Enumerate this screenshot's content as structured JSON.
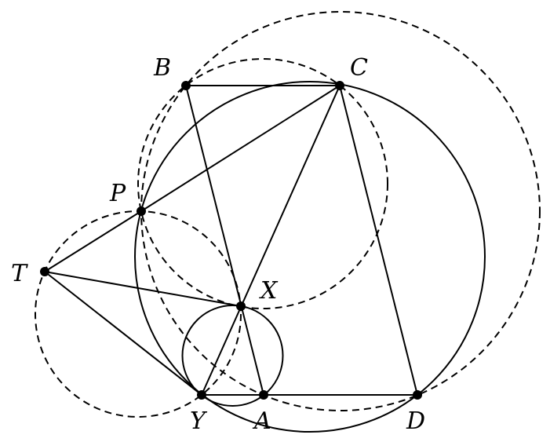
{
  "points": {
    "B": "B",
    "C": "C",
    "P": "P",
    "T": "T",
    "X": "X",
    "Y": "Y",
    "A": "A",
    "D": "D"
  },
  "segments": [
    [
      "B",
      "C"
    ],
    [
      "B",
      "A"
    ],
    [
      "C",
      "P"
    ],
    [
      "P",
      "T"
    ],
    [
      "T",
      "X"
    ],
    [
      "T",
      "Y"
    ],
    [
      "C",
      "Y"
    ],
    [
      "C",
      "D"
    ],
    [
      "Y",
      "D"
    ]
  ],
  "circles": [
    {
      "through": [
        "P",
        "C",
        "D",
        "Y"
      ],
      "style": "solid"
    },
    {
      "through": [
        "X",
        "Y",
        "A"
      ],
      "style": "solid"
    },
    {
      "through": [
        "B",
        "C",
        "X",
        "P"
      ],
      "style": "dashed"
    },
    {
      "through": [
        "P",
        "A",
        "D",
        "B"
      ],
      "style": "dashed"
    },
    {
      "through": [
        "T",
        "P",
        "X",
        "Y"
      ],
      "style": "dashed"
    }
  ]
}
